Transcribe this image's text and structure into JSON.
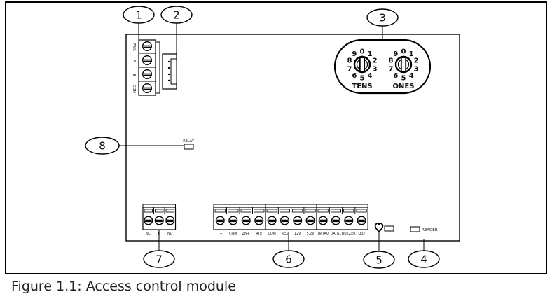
{
  "figure": {
    "caption": "Figure 1.1: Access control module",
    "callouts": [
      "1",
      "2",
      "3",
      "4",
      "5",
      "6",
      "7",
      "8"
    ]
  },
  "board": {
    "power_terminal_labels": [
      "PWR",
      "A",
      "B",
      "COM"
    ],
    "relay_led_label": "RELAY",
    "reader_led_label": "READER",
    "relay_terminal_labels": [
      "NC",
      "C",
      "NO"
    ],
    "input_terminal_labels": [
      "T+",
      "COM",
      "ZN+",
      "RTE"
    ],
    "reader_power_terminal_labels": [
      "COM",
      "REX",
      "12V",
      "5.2V"
    ],
    "reader_data_terminal_labels": [
      "DATA0",
      "DATA1",
      "BUZZER",
      "LED"
    ],
    "rotary_switches": [
      {
        "label": "TENS",
        "digits": [
          "0",
          "1",
          "2",
          "3",
          "4",
          "5",
          "6",
          "7",
          "8",
          "9"
        ]
      },
      {
        "label": "ONES",
        "digits": [
          "0",
          "1",
          "2",
          "3",
          "4",
          "5",
          "6",
          "7",
          "8",
          "9"
        ]
      }
    ]
  }
}
